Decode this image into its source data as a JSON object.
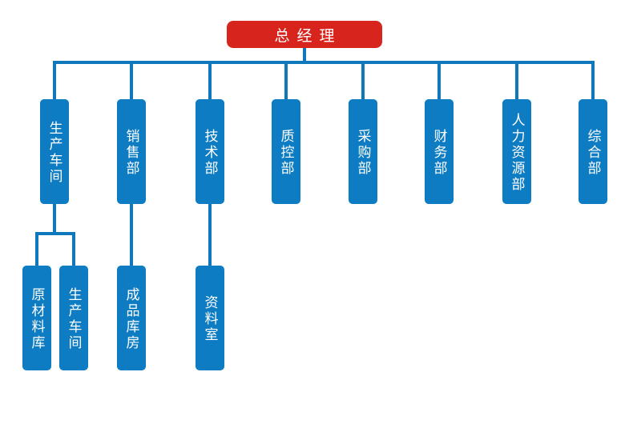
{
  "chart": {
    "type": "org-chart",
    "root": {
      "label": "总经理"
    },
    "departments": [
      {
        "label": "生产车间",
        "children": [
          "原材料库",
          "生产车间"
        ]
      },
      {
        "label": "销售部",
        "children": [
          "成品库房"
        ]
      },
      {
        "label": "技术部",
        "children": [
          "资料室"
        ]
      },
      {
        "label": "质控部",
        "children": []
      },
      {
        "label": "采购部",
        "children": []
      },
      {
        "label": "财务部",
        "children": []
      },
      {
        "label": "人力资源部",
        "children": []
      },
      {
        "label": "综合部",
        "children": []
      }
    ],
    "sub_departments": [
      {
        "label": "原材料库",
        "parent": "生产车间"
      },
      {
        "label": "生产车间",
        "parent": "生产车间"
      },
      {
        "label": "成品库房",
        "parent": "销售部"
      },
      {
        "label": "资料室",
        "parent": "技术部"
      }
    ],
    "colors": {
      "root_fill": "#d7251d",
      "department_fill": "#0d7cc2",
      "connector": "#0f78bb",
      "text": "#ffffff",
      "background": "#ffffff"
    }
  }
}
